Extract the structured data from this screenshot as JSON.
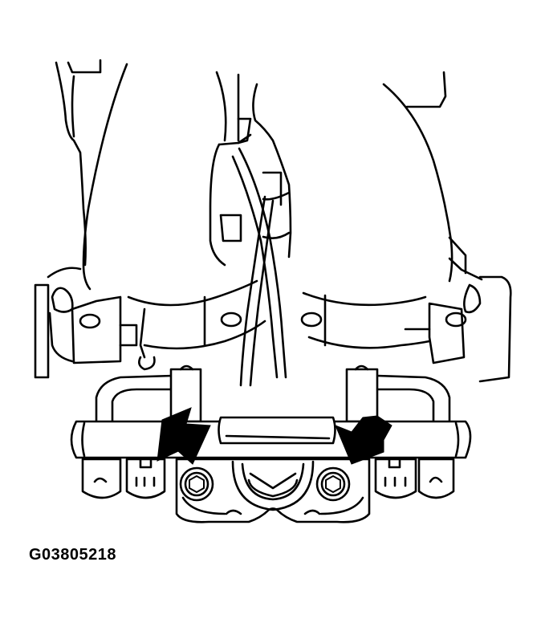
{
  "figure": {
    "id_caption": "G03805218",
    "subject": "engine intake manifold / fuel delivery pipe lower view",
    "callouts": [
      {
        "name": "left-arrow",
        "points_to": "left-bolt"
      },
      {
        "name": "right-arrow",
        "points_to": "right-bolt"
      }
    ],
    "colors": {
      "line": "#000000",
      "background": "#ffffff",
      "arrow_fill": "#000000"
    }
  }
}
